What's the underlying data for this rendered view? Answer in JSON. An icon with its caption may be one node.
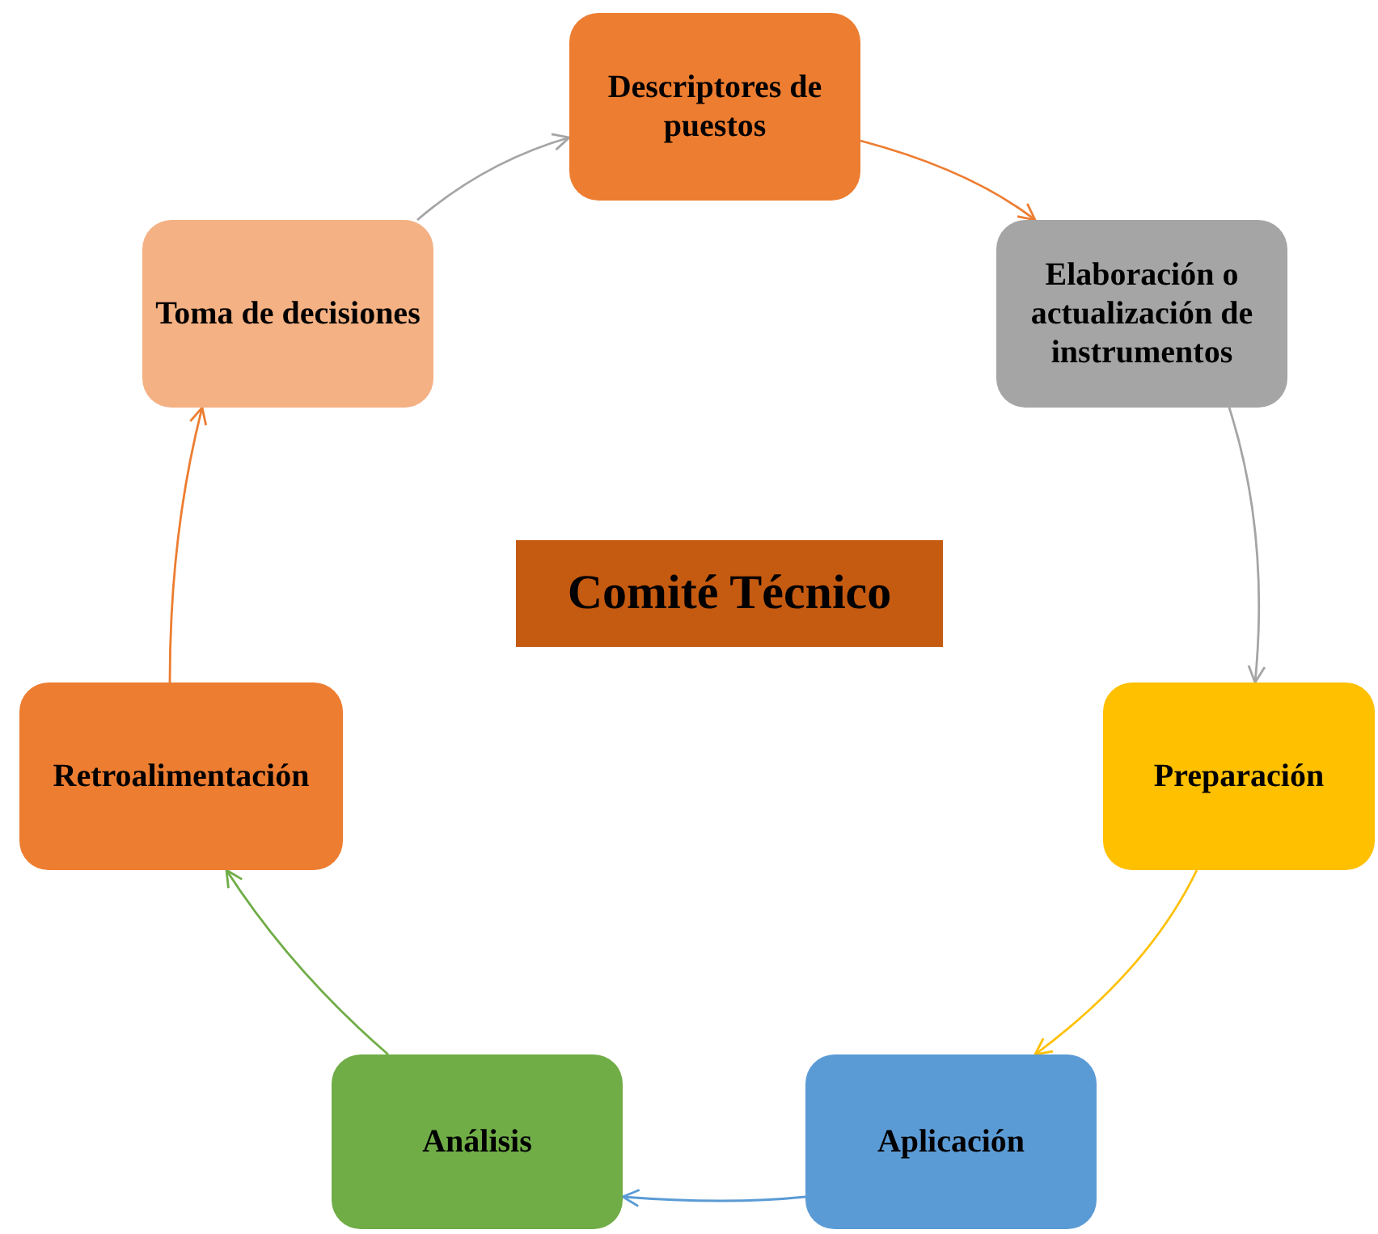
{
  "diagram": {
    "nodes": [
      {
        "text": [
          "Descriptores de puestos"
        ]
      },
      {
        "text": [
          "Elaboración o actualización de instrumentos"
        ]
      },
      {
        "text": [
          "Preparación"
        ]
      },
      {
        "text": [
          "Aplicación"
        ]
      },
      {
        "text": [
          "Análisis"
        ]
      },
      {
        "text": [
          "Retroalimentación"
        ]
      },
      {
        "text": [
          "Toma de decisiones"
        ]
      },
      {
        "text": [
          "Comité Técnico"
        ]
      }
    ],
    "edges": [
      {
        "from": 6,
        "to": 0,
        "arrow": "to",
        "color": "#a5a5a5"
      },
      {
        "from": 0,
        "to": 1,
        "arrow": "to",
        "color": "#ed7d31"
      },
      {
        "from": 1,
        "to": 2,
        "arrow": "to",
        "color": "#a5a5a5"
      },
      {
        "from": 2,
        "to": 3,
        "arrow": "to",
        "color": "#ffc000"
      },
      {
        "from": 3,
        "to": 4,
        "arrow": "to",
        "color": "#5b9bd5"
      },
      {
        "from": 4,
        "to": 5,
        "arrow": "to",
        "color": "#70ad47"
      },
      {
        "from": 5,
        "to": 6,
        "arrow": "to",
        "color": "#ed7d31"
      }
    ]
  }
}
